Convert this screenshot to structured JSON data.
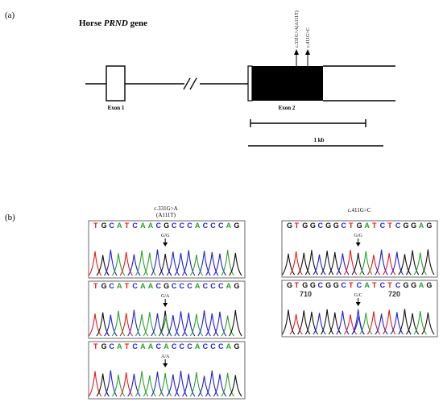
{
  "panel_a": {
    "label": "(a)",
    "title_prefix": "Horse ",
    "title_gene": "PRND",
    "title_suffix": " gene",
    "exon1_label": "Exon 1",
    "exon2_label": "Exon 2",
    "mutations": [
      "c.331G>A(A111T)",
      "c.411G>C"
    ],
    "scale_label": "1 kb"
  },
  "panel_b": {
    "label": "(b)",
    "colors": {
      "A": "#2ca02c",
      "C": "#1f1fd6",
      "G": "#111111",
      "T": "#e31a1c"
    },
    "left_title_1": "c.331G>A",
    "left_title_2": "(A111T)",
    "right_title": "c.411G>C",
    "chromatograms": [
      {
        "name": "chrom-331-gg",
        "seq": "TGCATCAACGCCCACCCAG",
        "genotype": "G/G",
        "marks": []
      },
      {
        "name": "chrom-331-ga",
        "seq": "TGCATCAACGCCCACCCAG",
        "genotype": "G/A",
        "marks": []
      },
      {
        "name": "chrom-331-aa",
        "seq": "TGCATCAACACCCACCCAG",
        "genotype": "A/A",
        "marks": []
      },
      {
        "name": "chrom-411-gg",
        "seq": "GTGGCGGCTGATCTCGGAG",
        "genotype": "G/G",
        "marks": []
      },
      {
        "name": "chrom-411-gc",
        "seq": "GTGGCGGCTCATCTCGGAG",
        "genotype": "G/C",
        "marks": [
          "710",
          "720"
        ]
      }
    ]
  }
}
